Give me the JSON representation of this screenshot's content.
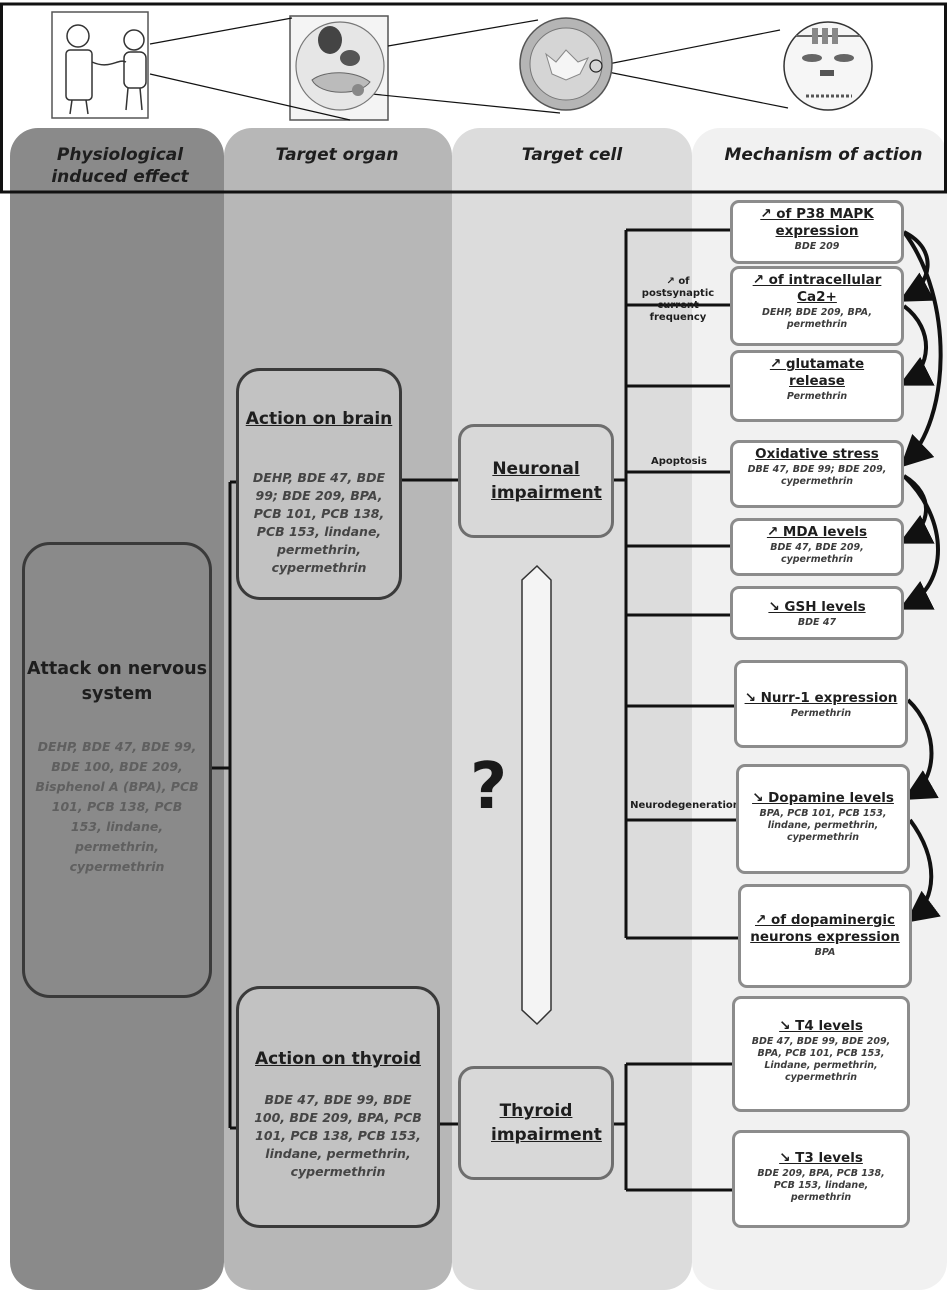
{
  "columns": {
    "physiological": "Physiological induced effect",
    "organ": "Target organ",
    "cell": "Target cell",
    "mechanism": "Mechanism of action"
  },
  "attack": {
    "title": "Attack on nervous system",
    "compounds": "DEHP, BDE 47, BDE 99, BDE 100, BDE 209, Bisphenol A (BPA), PCB 101, PCB 138, PCB 153, lindane, permethrin, cypermethrin"
  },
  "brain": {
    "title": "Action on brain",
    "compounds": "DEHP, BDE 47, BDE 99; BDE 209, BPA, PCB 101, PCB 138, PCB 153, lindane, permethrin, cypermethrin"
  },
  "thyroid": {
    "title": "Action on thyroid",
    "compounds": "BDE 47, BDE 99, BDE 100, BDE 209, BPA, PCB 101, PCB 138, PCB 153, lindane, permethrin, cypermethrin"
  },
  "neuronal": {
    "title": "Neuronal impairment"
  },
  "thyroid_imp": {
    "title": "Thyroid impairment"
  },
  "question_mark": "?",
  "branch_labels": {
    "postsynaptic": "↗ of postsynaptic current frequency",
    "apoptosis": "Apoptosis",
    "neurodegeneration": "Neurodegeneration"
  },
  "mechanisms": [
    {
      "title": "↗ of P38 MAPK expression",
      "compounds": "BDE 209"
    },
    {
      "title": "↗ of intracellular Ca2+",
      "compounds": "DEHP, BDE 209, BPA, permethrin"
    },
    {
      "title": "↗ glutamate release",
      "compounds": "Permethrin"
    },
    {
      "title": "Oxidative stress",
      "compounds": "DBE 47, BDE 99; BDE 209, cypermethrin"
    },
    {
      "title": "↗ MDA levels",
      "compounds": "BDE 47, BDE 209, cypermethrin"
    },
    {
      "title": "↘ GSH levels",
      "compounds": "BDE 47"
    },
    {
      "title": "↘ Nurr-1 expression",
      "compounds": "Permethrin"
    },
    {
      "title": "↘ Dopamine levels",
      "compounds": "BPA, PCB 101, PCB 153, lindane, permethrin, cypermethrin"
    },
    {
      "title": "↗ of dopaminergic neurons expression",
      "compounds": "BPA"
    },
    {
      "title": "↘ T4 levels",
      "compounds": "BDE 47, BDE 99, BDE 209, BPA, PCB 101, PCB 153, Lindane, permethrin, cypermethrin"
    },
    {
      "title": "↘ T3 levels",
      "compounds": "BDE 209, BPA, PCB 138, PCB 153, lindane, permethrin"
    }
  ],
  "icons": [
    "doctor-child-icon",
    "organs-icon",
    "tissue-section-icon",
    "cell-signaling-icon"
  ]
}
